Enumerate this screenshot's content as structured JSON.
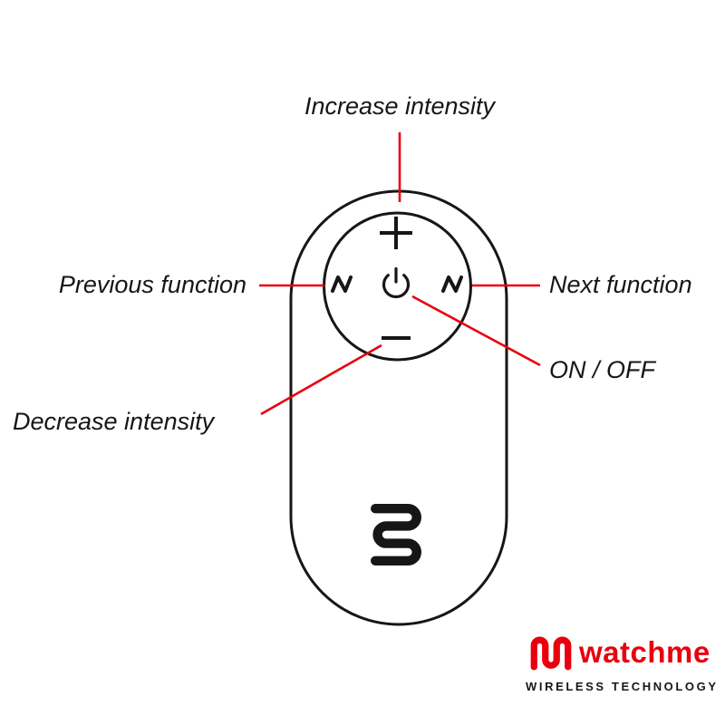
{
  "colors": {
    "accent": "#e8000d",
    "ink": "#161616"
  },
  "callouts": {
    "increase": "Increase intensity",
    "previous": "Previous function",
    "next": "Next function",
    "on_off": "ON / OFF",
    "decrease": "Decrease intensity"
  },
  "brand": {
    "name": "watchme",
    "tagline": "WIRELESS TECHNOLOGY"
  }
}
